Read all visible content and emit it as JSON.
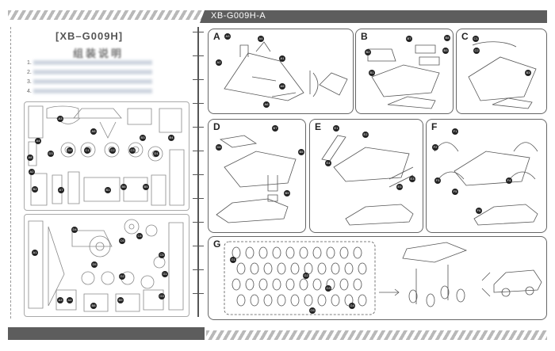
{
  "header": {
    "model_code": "XB-G009H-A"
  },
  "left": {
    "title": "[XB–G009H]",
    "subtitle": "组装说明",
    "instructions": [
      "1.",
      "2.",
      "3.",
      "4."
    ]
  },
  "panels": [
    {
      "label": "A",
      "parts": [
        "A3",
        "A4",
        "A2",
        "A1",
        "A5",
        "A6"
      ]
    },
    {
      "label": "B",
      "parts": [
        "B2",
        "B7",
        "B1",
        "B8",
        "B3"
      ]
    },
    {
      "label": "C",
      "parts": [
        "C1",
        "C2",
        "B3"
      ]
    },
    {
      "label": "D",
      "parts": [
        "D6",
        "B7",
        "B5",
        "B9"
      ]
    },
    {
      "label": "E",
      "parts": [
        "E1",
        "E2",
        "E3",
        "E4",
        "E5"
      ]
    },
    {
      "label": "F",
      "parts": [
        "F1",
        "F2",
        "F3",
        "F4",
        "F5",
        "F6"
      ]
    },
    {
      "label": "G",
      "parts": [
        "G1",
        "G2",
        "G3",
        "G4",
        "G5"
      ]
    }
  ],
  "sheet1_parts": [
    "A2",
    "A3",
    "A4",
    "A5",
    "A7",
    "A8",
    "B1",
    "B2",
    "B3",
    "B4",
    "B5",
    "B6",
    "C1",
    "C2",
    "C3",
    "D1",
    "D2",
    "D3"
  ],
  "sheet2_parts": [
    "A1",
    "A3",
    "A4",
    "B8",
    "B9",
    "C4",
    "C5",
    "C6",
    "D4",
    "D5",
    "G1",
    "G2",
    "G3"
  ],
  "colors": {
    "bar": "#5d5d5d",
    "line": "#555555"
  }
}
